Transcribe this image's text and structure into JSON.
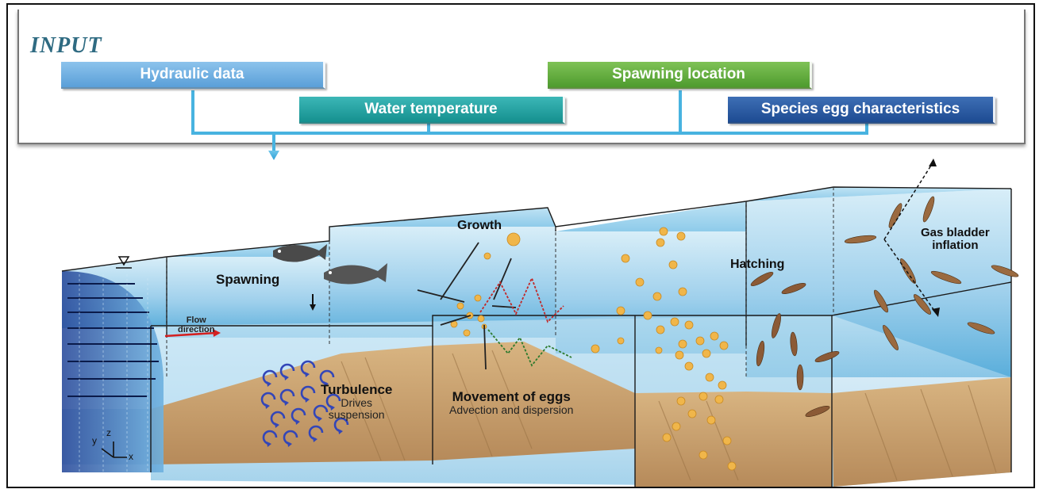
{
  "input": {
    "title": "INPUT",
    "boxes": {
      "hydraulic": "Hydraulic data",
      "water_temperature": "Water temperature",
      "spawning_location": "Spawning location",
      "species": "Species egg characteristics"
    }
  },
  "labels": {
    "spawning": "Spawning",
    "flow_line1": "Flow",
    "flow_line2": "direction",
    "growth": "Growth",
    "hatching": "Hatching",
    "gas_line1": "Gas bladder",
    "gas_line2": "inflation",
    "turbulence": "Turbulence",
    "turbulence_sub1": "Drives",
    "turbulence_sub2": "suspension",
    "movement": "Movement of eggs",
    "movement_sub": "Advection and dispersion",
    "axis_x": "x",
    "axis_y": "y",
    "axis_z": "z"
  },
  "colors": {
    "water_top": "#cfe9f6",
    "water_bottom": "#5fb1de",
    "sediment": "#c8a272",
    "egg": "#f0b64a",
    "larva": "#8b5a36",
    "turbulence_arrows": "#3346b8",
    "flow_arrow": "#d42020",
    "input_connector": "#48b3e0"
  },
  "icons": {
    "water_surface": "triangle-down-icon",
    "fish": "fish-icon",
    "turbulence": "swirl-arrow-icon"
  }
}
